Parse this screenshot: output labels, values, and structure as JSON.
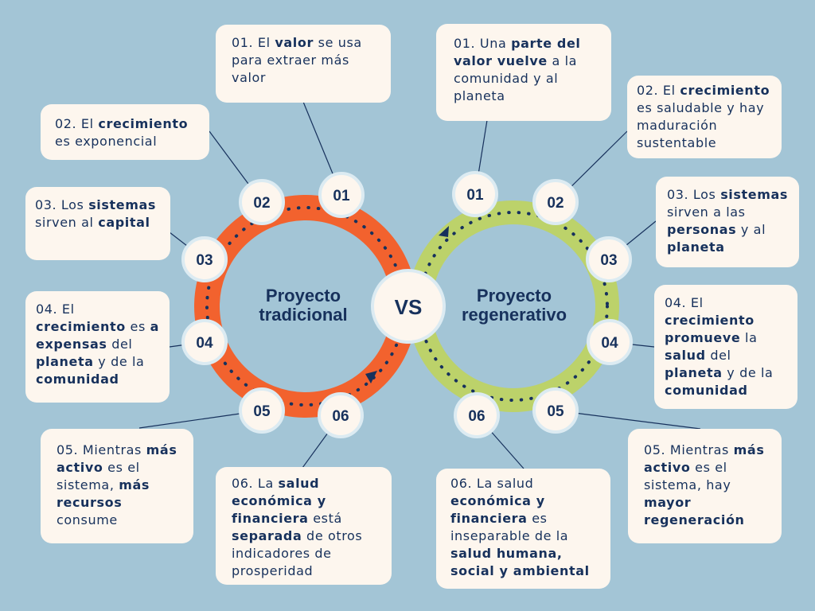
{
  "left": {
    "title_line1": "Proyecto",
    "title_line2": "tradicional",
    "ring_color": "#f2622e",
    "badges": [
      "01",
      "02",
      "03",
      "04",
      "05",
      "06"
    ],
    "cards": [
      {
        "id": "01",
        "segments": [
          [
            "01. El ",
            false
          ],
          [
            "valor",
            true
          ],
          [
            " se usa para extraer más valor",
            false
          ]
        ]
      },
      {
        "id": "02",
        "segments": [
          [
            "02. El ",
            false
          ],
          [
            "crecimiento",
            true
          ],
          [
            " es exponencial",
            false
          ]
        ]
      },
      {
        "id": "03",
        "segments": [
          [
            "03. Los ",
            false
          ],
          [
            "sistemas",
            true
          ],
          [
            " sirven al ",
            false
          ],
          [
            "capital",
            true
          ]
        ]
      },
      {
        "id": "04",
        "segments": [
          [
            "04. El ",
            false
          ],
          [
            "crecimiento",
            true
          ],
          [
            " es ",
            false
          ],
          [
            "a expensas",
            true
          ],
          [
            " del ",
            false
          ],
          [
            "planeta",
            true
          ],
          [
            " y de la ",
            false
          ],
          [
            "comunidad",
            true
          ]
        ]
      },
      {
        "id": "05",
        "segments": [
          [
            "05. Mientras ",
            false
          ],
          [
            "más activo",
            true
          ],
          [
            " es el sistema, ",
            false
          ],
          [
            "más recursos",
            true
          ],
          [
            " consume",
            false
          ]
        ]
      },
      {
        "id": "06",
        "segments": [
          [
            "06. La ",
            false
          ],
          [
            "salud económica y financiera",
            true
          ],
          [
            " está ",
            false
          ],
          [
            "separada",
            true
          ],
          [
            " de otros indicadores de prosperidad",
            false
          ]
        ]
      }
    ]
  },
  "right": {
    "title_line1": "Proyecto",
    "title_line2": "regenerativo",
    "ring_color": "#bcd26a",
    "badges": [
      "01",
      "02",
      "03",
      "04",
      "05",
      "06"
    ],
    "cards": [
      {
        "id": "01",
        "segments": [
          [
            "01. Una ",
            false
          ],
          [
            "parte del valor vuelve",
            true
          ],
          [
            " a la comunidad y al planeta",
            false
          ]
        ]
      },
      {
        "id": "02",
        "segments": [
          [
            "02. El ",
            false
          ],
          [
            "crecimiento",
            true
          ],
          [
            " es saludable y hay maduración sustentable",
            false
          ]
        ]
      },
      {
        "id": "03",
        "segments": [
          [
            "03. Los ",
            false
          ],
          [
            "sistemas",
            true
          ],
          [
            " sirven a las ",
            false
          ],
          [
            "personas",
            true
          ],
          [
            " y al ",
            false
          ],
          [
            "planeta",
            true
          ]
        ]
      },
      {
        "id": "04",
        "segments": [
          [
            "04. El ",
            false
          ],
          [
            "crecimiento promueve",
            true
          ],
          [
            " la ",
            false
          ],
          [
            "salud",
            true
          ],
          [
            " del ",
            false
          ],
          [
            "planeta",
            true
          ],
          [
            " y de la ",
            false
          ],
          [
            "comunidad",
            true
          ]
        ]
      },
      {
        "id": "05",
        "segments": [
          [
            "05. Mientras ",
            false
          ],
          [
            "más activo",
            true
          ],
          [
            " es el sistema, hay ",
            false
          ],
          [
            "mayor regeneración",
            true
          ]
        ]
      },
      {
        "id": "06",
        "segments": [
          [
            "06. La salud ",
            false
          ],
          [
            "económica y financiera",
            true
          ],
          [
            " es inseparable de la ",
            false
          ],
          [
            "salud humana, social y ambiental",
            true
          ]
        ]
      }
    ]
  },
  "center_label": "VS",
  "colors": {
    "background": "#a3c5d6",
    "card": "#fdf6ee",
    "text": "#17315c",
    "orange": "#f2622e",
    "green": "#bcd26a"
  }
}
